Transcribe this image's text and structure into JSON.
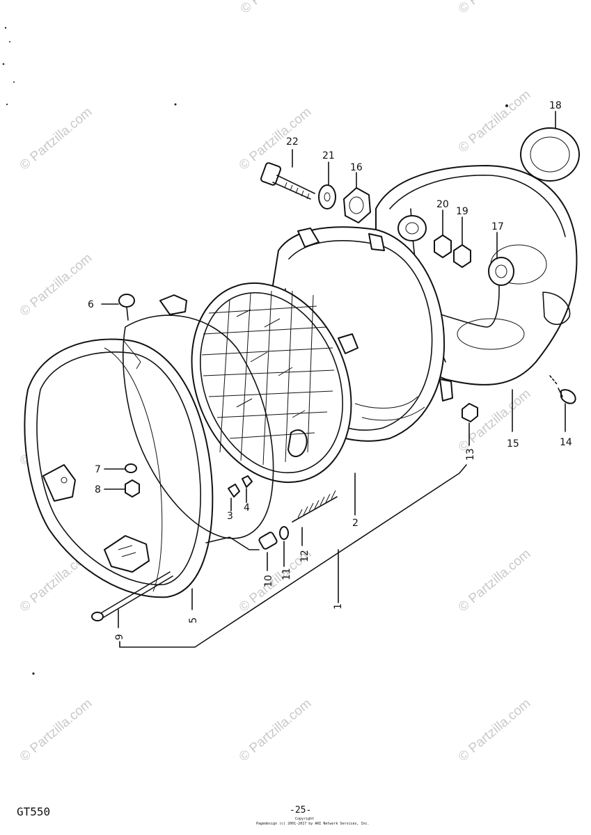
{
  "watermark": "© Partzilla.com",
  "model_code": "GT550",
  "page_number": "-25-",
  "copyright_line1": "Copyright",
  "copyright_line2": "Pagedesign (c) 2001-2017 by ARI Network Services, Inc.",
  "callouts": {
    "p1": "1",
    "p2": "2",
    "p3": "3",
    "p4": "4",
    "p5": "5",
    "p6": "6",
    "p7": "7",
    "p8": "8",
    "p9": "9",
    "p10": "10",
    "p11": "11",
    "p12": "12",
    "p13": "13",
    "p14": "14",
    "p15": "15",
    "p16": "16",
    "p17": "17",
    "p18": "18",
    "p19": "19",
    "p20": "20",
    "p21": "21",
    "p22": "22"
  }
}
